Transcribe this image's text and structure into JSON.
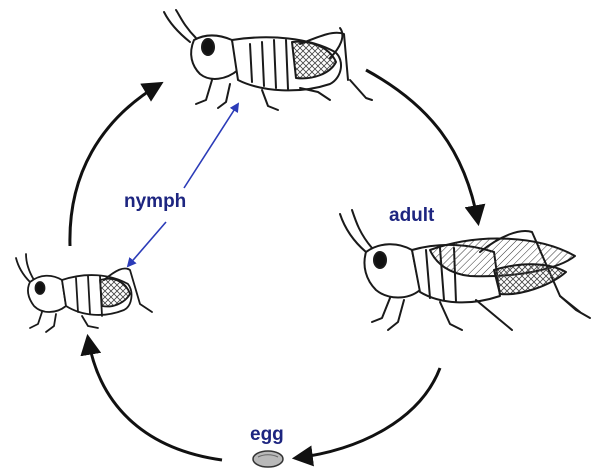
{
  "labels": {
    "nymph": "nymph",
    "adult": "adult",
    "egg": "egg"
  },
  "colors": {
    "label": "#1d2580",
    "pointer_arrow": "#2b3bb8",
    "cycle_arrow": "#111111",
    "line_art": "#1a1a1a",
    "egg_fill": "#b9b9b9"
  },
  "icons": {
    "top": "grasshopper-nymph-large",
    "right": "grasshopper-adult",
    "left": "grasshopper-nymph-small",
    "bottom": "grasshopper-egg"
  }
}
